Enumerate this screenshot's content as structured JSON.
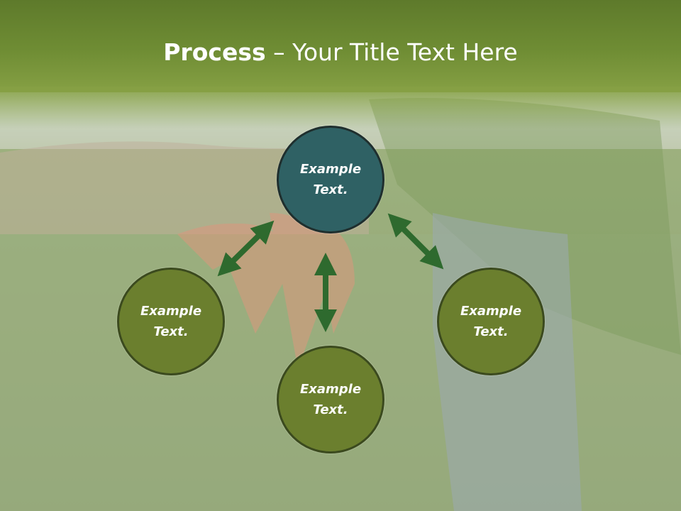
{
  "slide": {
    "title_bold": "Process",
    "title_rest": " – Your Title Text Here"
  },
  "nodes": {
    "top": "Example Text.",
    "left": "Example Text.",
    "right": "Example Text.",
    "bottom": "Example Text."
  },
  "colors": {
    "header": "#6f8d34",
    "node_fill": "#6b7f2e",
    "center_fill": "#2f6164",
    "arrow": "#2e6a2e"
  }
}
